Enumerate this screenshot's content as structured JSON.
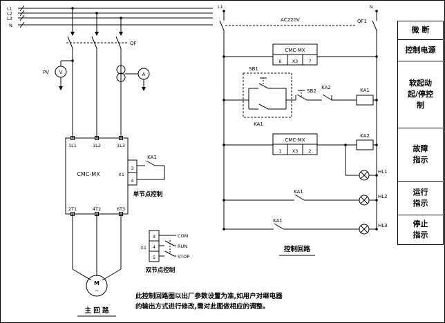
{
  "phases": {
    "l1": "L1",
    "l2": "L2",
    "l3": "L3",
    "n": "N"
  },
  "main": {
    "qf": "QF",
    "pv": "PV",
    "voltmeter": "V",
    "ammeter": "A",
    "cmc": {
      "title": "CMC-MX",
      "t1": "1L1",
      "t2": "1L2",
      "t3": "1L3",
      "b1": "2T1",
      "b2": "4T2",
      "b3": "6T3",
      "x1": "X1"
    },
    "single": {
      "p3": "3",
      "p4": "4",
      "ka1": "KA1",
      "caption": "单节点控制"
    },
    "dual": {
      "x1": "X1",
      "p3": "3",
      "p4": "4",
      "p5": "5",
      "com": "COM",
      "run": "RUN",
      "stop": "STOP",
      "caption": "双节点控制"
    },
    "motor": {
      "m": "M",
      "tilde": "~"
    },
    "caption": "主 回 路"
  },
  "control": {
    "l1": "L1",
    "n": "N",
    "ac": "AC220V",
    "qf1": "QF1",
    "box1": {
      "title": "CMC-MX",
      "a": "6",
      "b": "X3",
      "c": "7"
    },
    "box2": {
      "title": "CMC-MX",
      "a": "1",
      "b": "X3",
      "c": "2"
    },
    "sb1": "SB1",
    "sb2": "SB2",
    "ka2_nc": "KA2",
    "ka1_coil": "KA1",
    "ka1_hold": "KA1",
    "ka2_coil": "KA2",
    "hl1": "HL1",
    "hl2": "HL2",
    "hl3": "HL3",
    "ka1_run": "KA1",
    "ka1_stop": "KA1",
    "caption": "控制回路"
  },
  "legend": {
    "rows": [
      {
        "label": "微 断"
      },
      {
        "label": "控制电源"
      },
      {
        "label": "软起动\n起/停控\n制"
      },
      {
        "label": "故障\n指示"
      },
      {
        "label": "运行\n指示"
      },
      {
        "label": "停止\n指示"
      }
    ]
  },
  "footnote": {
    "line1": "此控制回路图以出厂参数设置为准,如用户对继电器",
    "line2": "的输出方式进行修改,需对此图做相应的调整。"
  }
}
